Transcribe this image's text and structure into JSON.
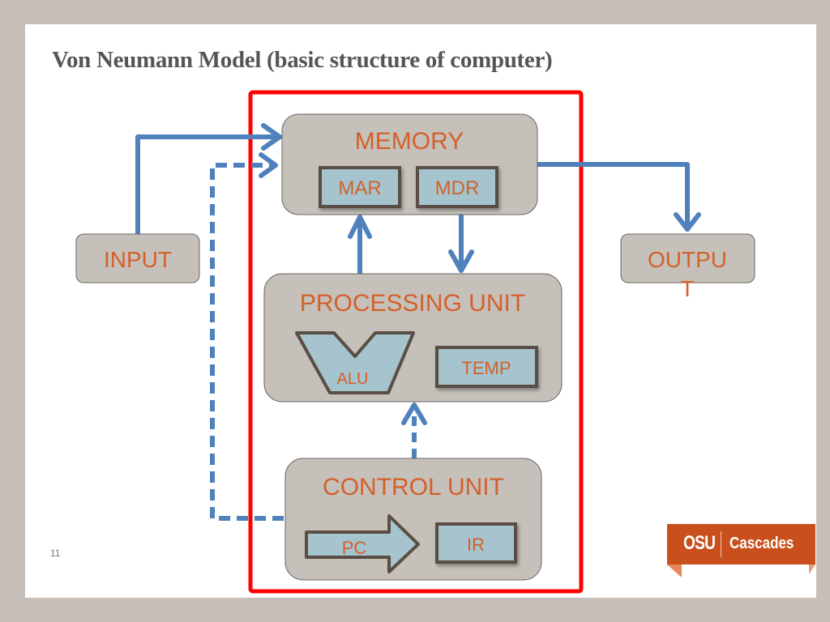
{
  "slide": {
    "title": "Von Neumann Model (basic structure of computer)",
    "page_number": "11"
  },
  "diagram": {
    "memory": {
      "label": "MEMORY",
      "registers": [
        "MAR",
        "MDR"
      ]
    },
    "processing_unit": {
      "label": "PROCESSING UNIT",
      "alu": "ALU",
      "temp": "TEMP"
    },
    "control_unit": {
      "label": "CONTROL UNIT",
      "pc": "PC",
      "ir": "IR"
    },
    "input": {
      "label": "INPUT"
    },
    "output": {
      "label_line1": "OUTPU",
      "label_line2": "T"
    },
    "colors": {
      "arrow": "#4f81bd",
      "highlight": "#ff0000",
      "box_fill": "#c5c0ba",
      "register_fill": "#a5c4cd",
      "label": "#d4602a"
    }
  },
  "logo": {
    "left": "OSU",
    "right": "Cascades",
    "color": "#c9501c"
  }
}
